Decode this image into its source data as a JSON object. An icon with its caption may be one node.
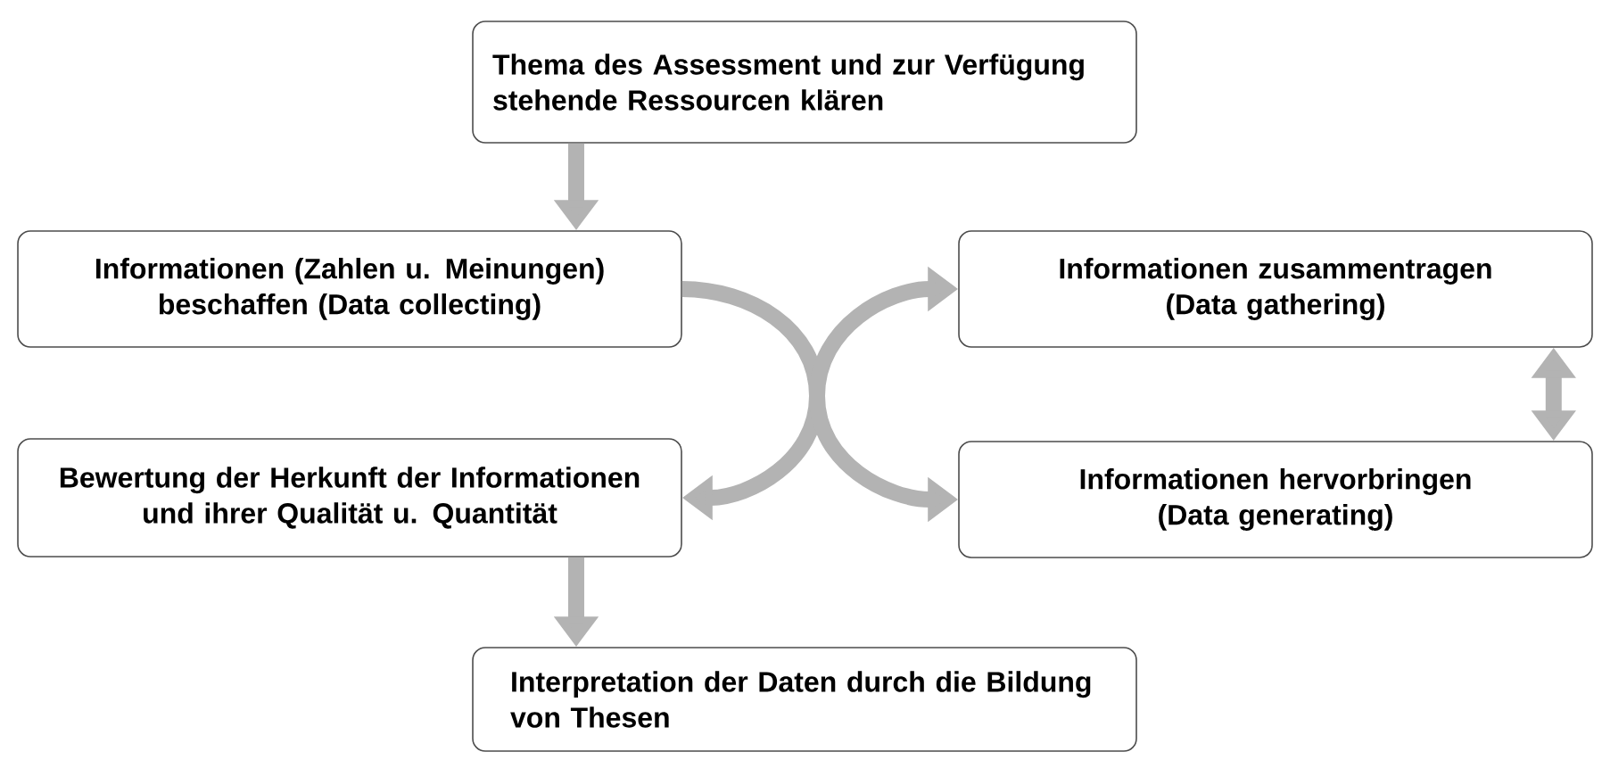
{
  "diagram": {
    "nodes": [
      {
        "text": [
          "Thema des Assessment und zur Verfügung stehende Ressourcen klären"
        ]
      },
      {
        "text": [
          "Informationen (Zahlen u. Meinungen) beschaffen (Data collecting)"
        ]
      },
      {
        "text": [
          "Informationen zusammentragen (Data gathering)"
        ]
      },
      {
        "text": [
          "Informationen hervorbringen (Data generating)"
        ]
      },
      {
        "text": [
          "Bewertung der Herkunft der Informationen und ihrer Qualität u. Quantität"
        ]
      },
      {
        "text": [
          "Interpretation der Daten durch die Bildung von Thesen"
        ]
      }
    ],
    "edges": [
      {
        "from": 0,
        "to": 1,
        "arrow": "to"
      },
      {
        "from": 1,
        "to": 4,
        "arrow": "to"
      },
      {
        "from": 2,
        "to": 3,
        "arrow": "both"
      },
      {
        "from": 2,
        "to": 3,
        "arrow": "both"
      },
      {
        "from": 4,
        "to": 5,
        "arrow": "to"
      }
    ]
  }
}
